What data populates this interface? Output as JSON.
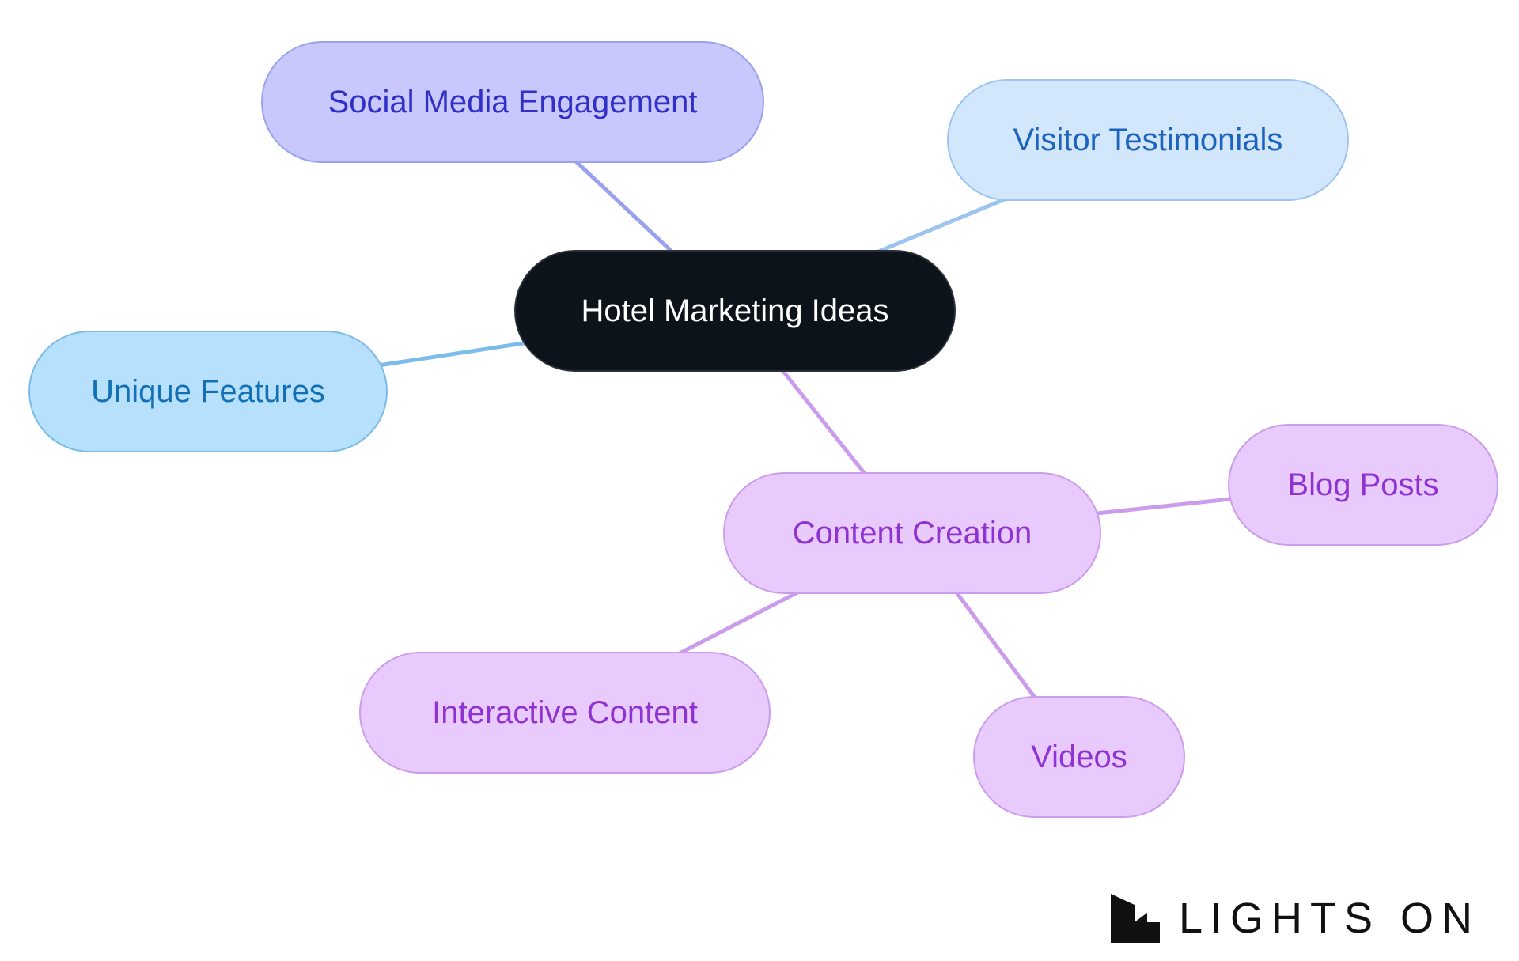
{
  "nodes": {
    "root": {
      "label": "Hotel Marketing Ideas",
      "fill": "#0d131b",
      "border": "#2a2f36",
      "text": "#ffffff"
    },
    "social": {
      "label": "Social Media Engagement",
      "fill": "#c8c8fc",
      "border": "#9aa2ee",
      "text": "#3030c8"
    },
    "visitor": {
      "label": "Visitor Testimonials",
      "fill": "#d2e6fc",
      "border": "#9cc4ee",
      "text": "#1c63be"
    },
    "unique": {
      "label": "Unique Features",
      "fill": "#b6e0fc",
      "border": "#7cbce8",
      "text": "#1470b4"
    },
    "content": {
      "label": "Content Creation",
      "fill": "#e8cafc",
      "border": "#cc9cec",
      "text": "#8f32d2"
    },
    "blog": {
      "label": "Blog Posts",
      "fill": "#e8cafc",
      "border": "#cc9cec",
      "text": "#8f32d2"
    },
    "interactive": {
      "label": "Interactive Content",
      "fill": "#e8cafc",
      "border": "#cc9cec",
      "text": "#8f32d2"
    },
    "videos": {
      "label": "Videos",
      "fill": "#e8cafc",
      "border": "#cc9cec",
      "text": "#8f32d2"
    }
  },
  "edges": [
    {
      "from": "root",
      "to": "social",
      "color": "#9aa2ee"
    },
    {
      "from": "root",
      "to": "visitor",
      "color": "#9cc4ee"
    },
    {
      "from": "root",
      "to": "unique",
      "color": "#7cbce8"
    },
    {
      "from": "root",
      "to": "content",
      "color": "#cc9cec"
    },
    {
      "from": "content",
      "to": "blog",
      "color": "#cc9cec"
    },
    {
      "from": "content",
      "to": "interactive",
      "color": "#cc9cec"
    },
    {
      "from": "content",
      "to": "videos",
      "color": "#cc9cec"
    }
  ],
  "logo": {
    "text": "LIGHTS ON"
  }
}
